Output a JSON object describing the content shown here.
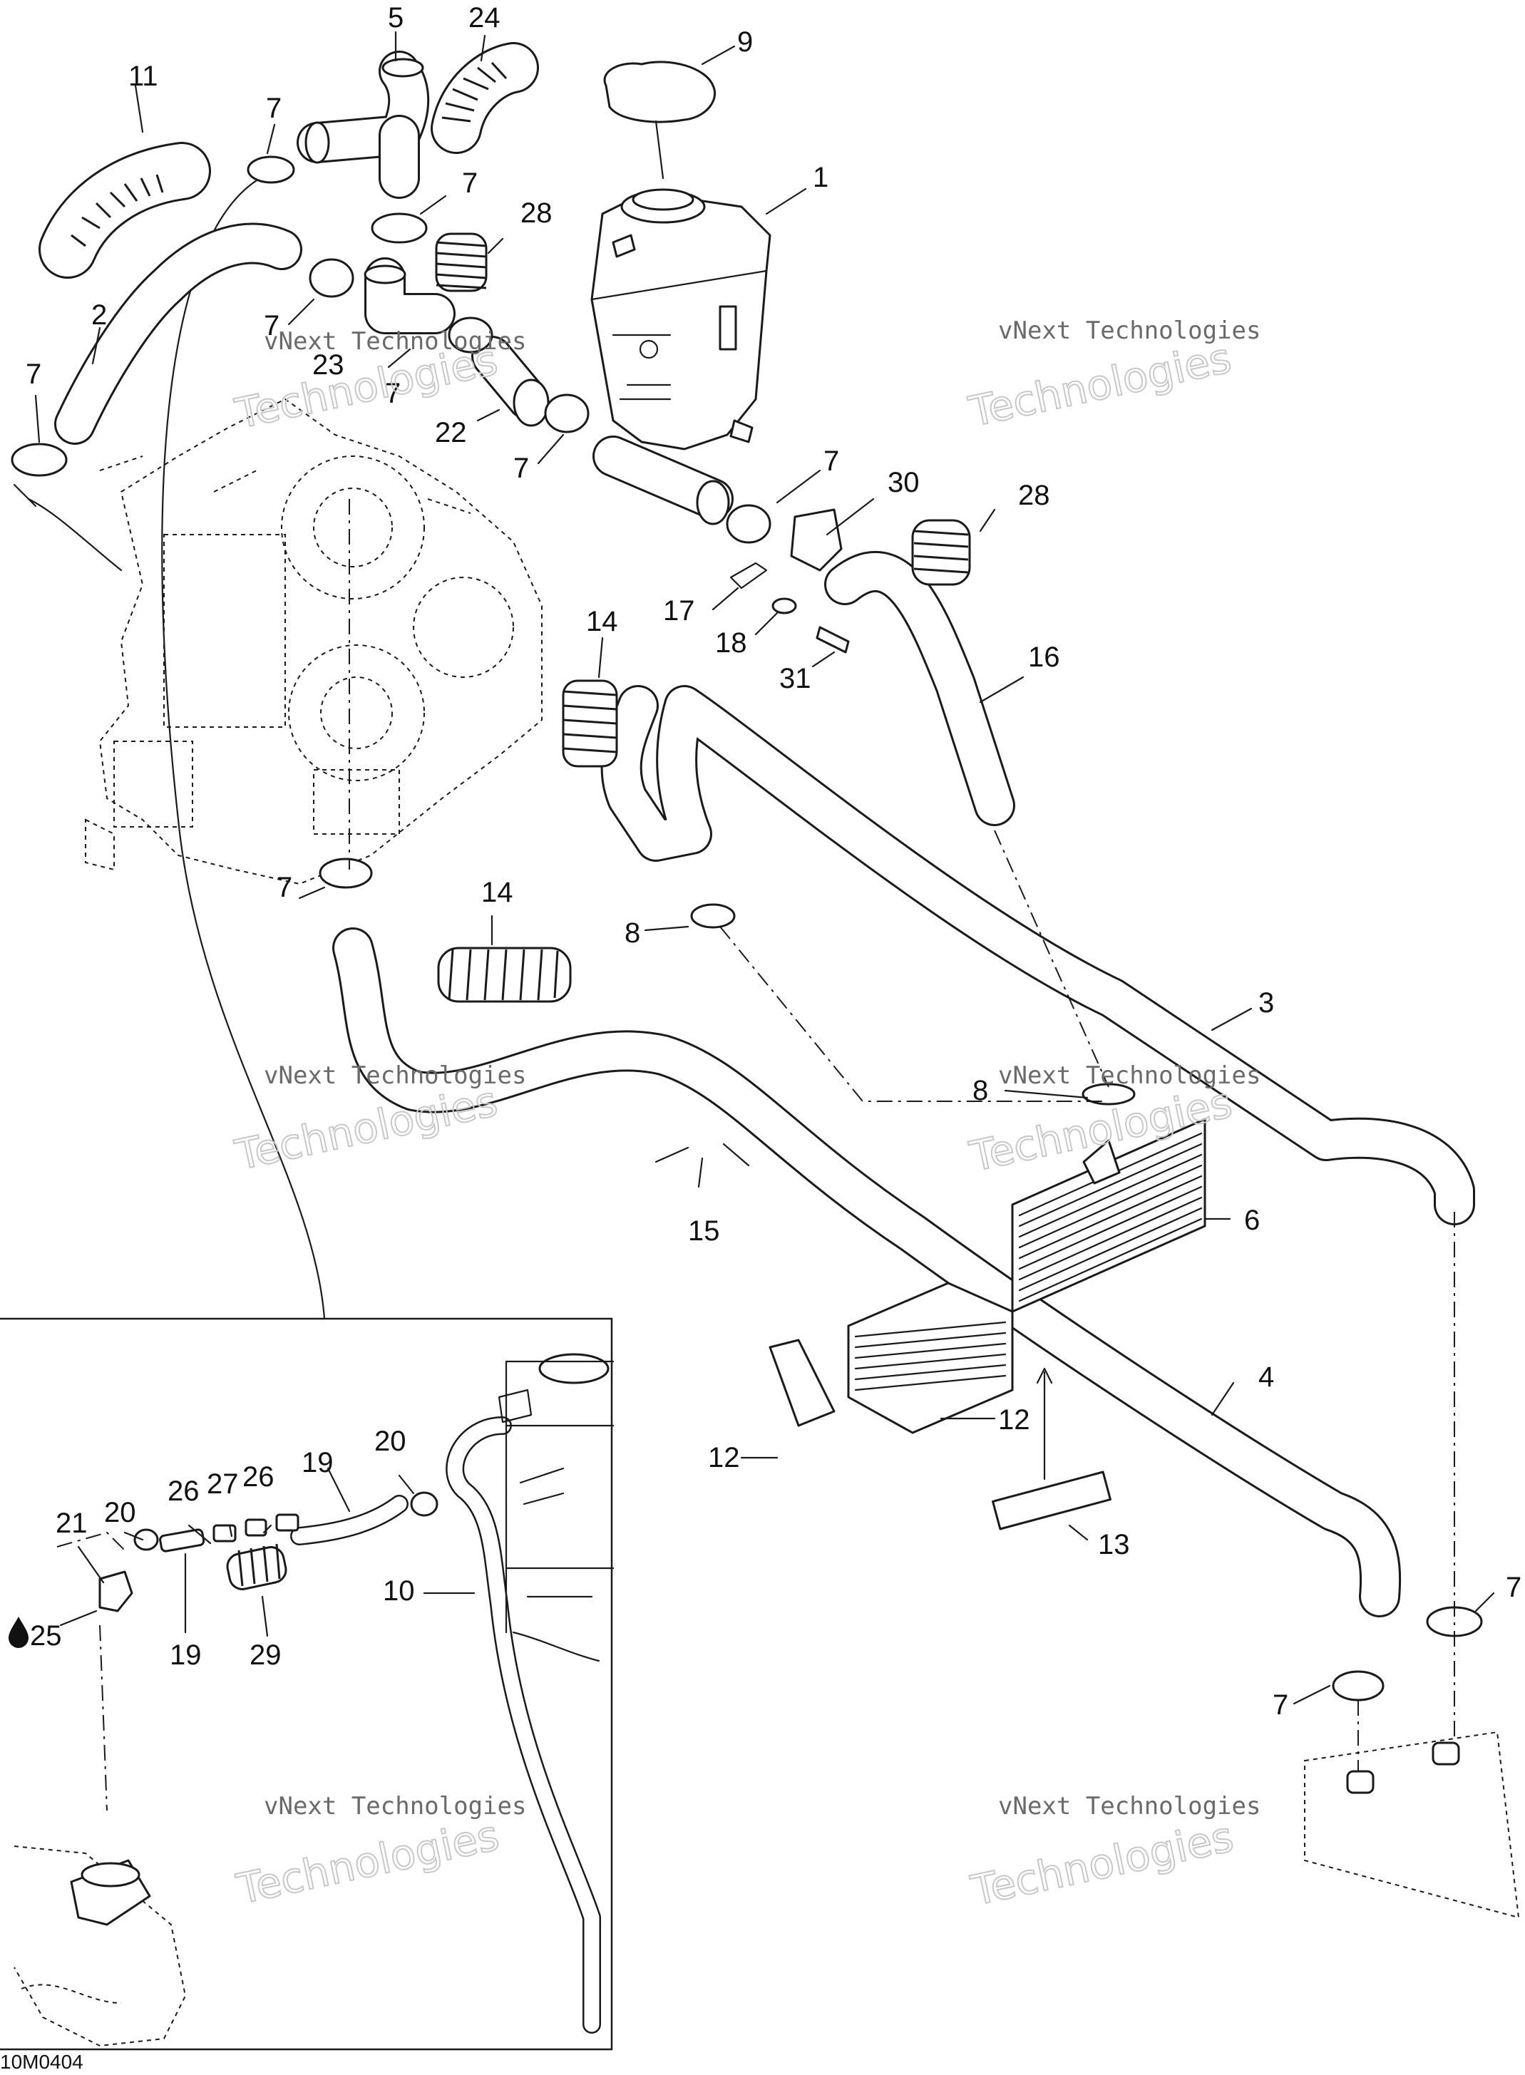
{
  "labels": [
    "1",
    "2",
    "3",
    "4",
    "5",
    "6",
    "7",
    "8",
    "9",
    "10",
    "11",
    "12",
    "13",
    "14",
    "15",
    "16",
    "17",
    "18",
    "19",
    "20",
    "21",
    "22",
    "23",
    "24",
    "25",
    "26",
    "27",
    "28",
    "29",
    "30",
    "31"
  ],
  "watermark": {
    "company": "vNext Technologies",
    "word": "Technologies"
  },
  "drawing_ref": "10M0404",
  "droplet_symbol": "droplet-icon"
}
